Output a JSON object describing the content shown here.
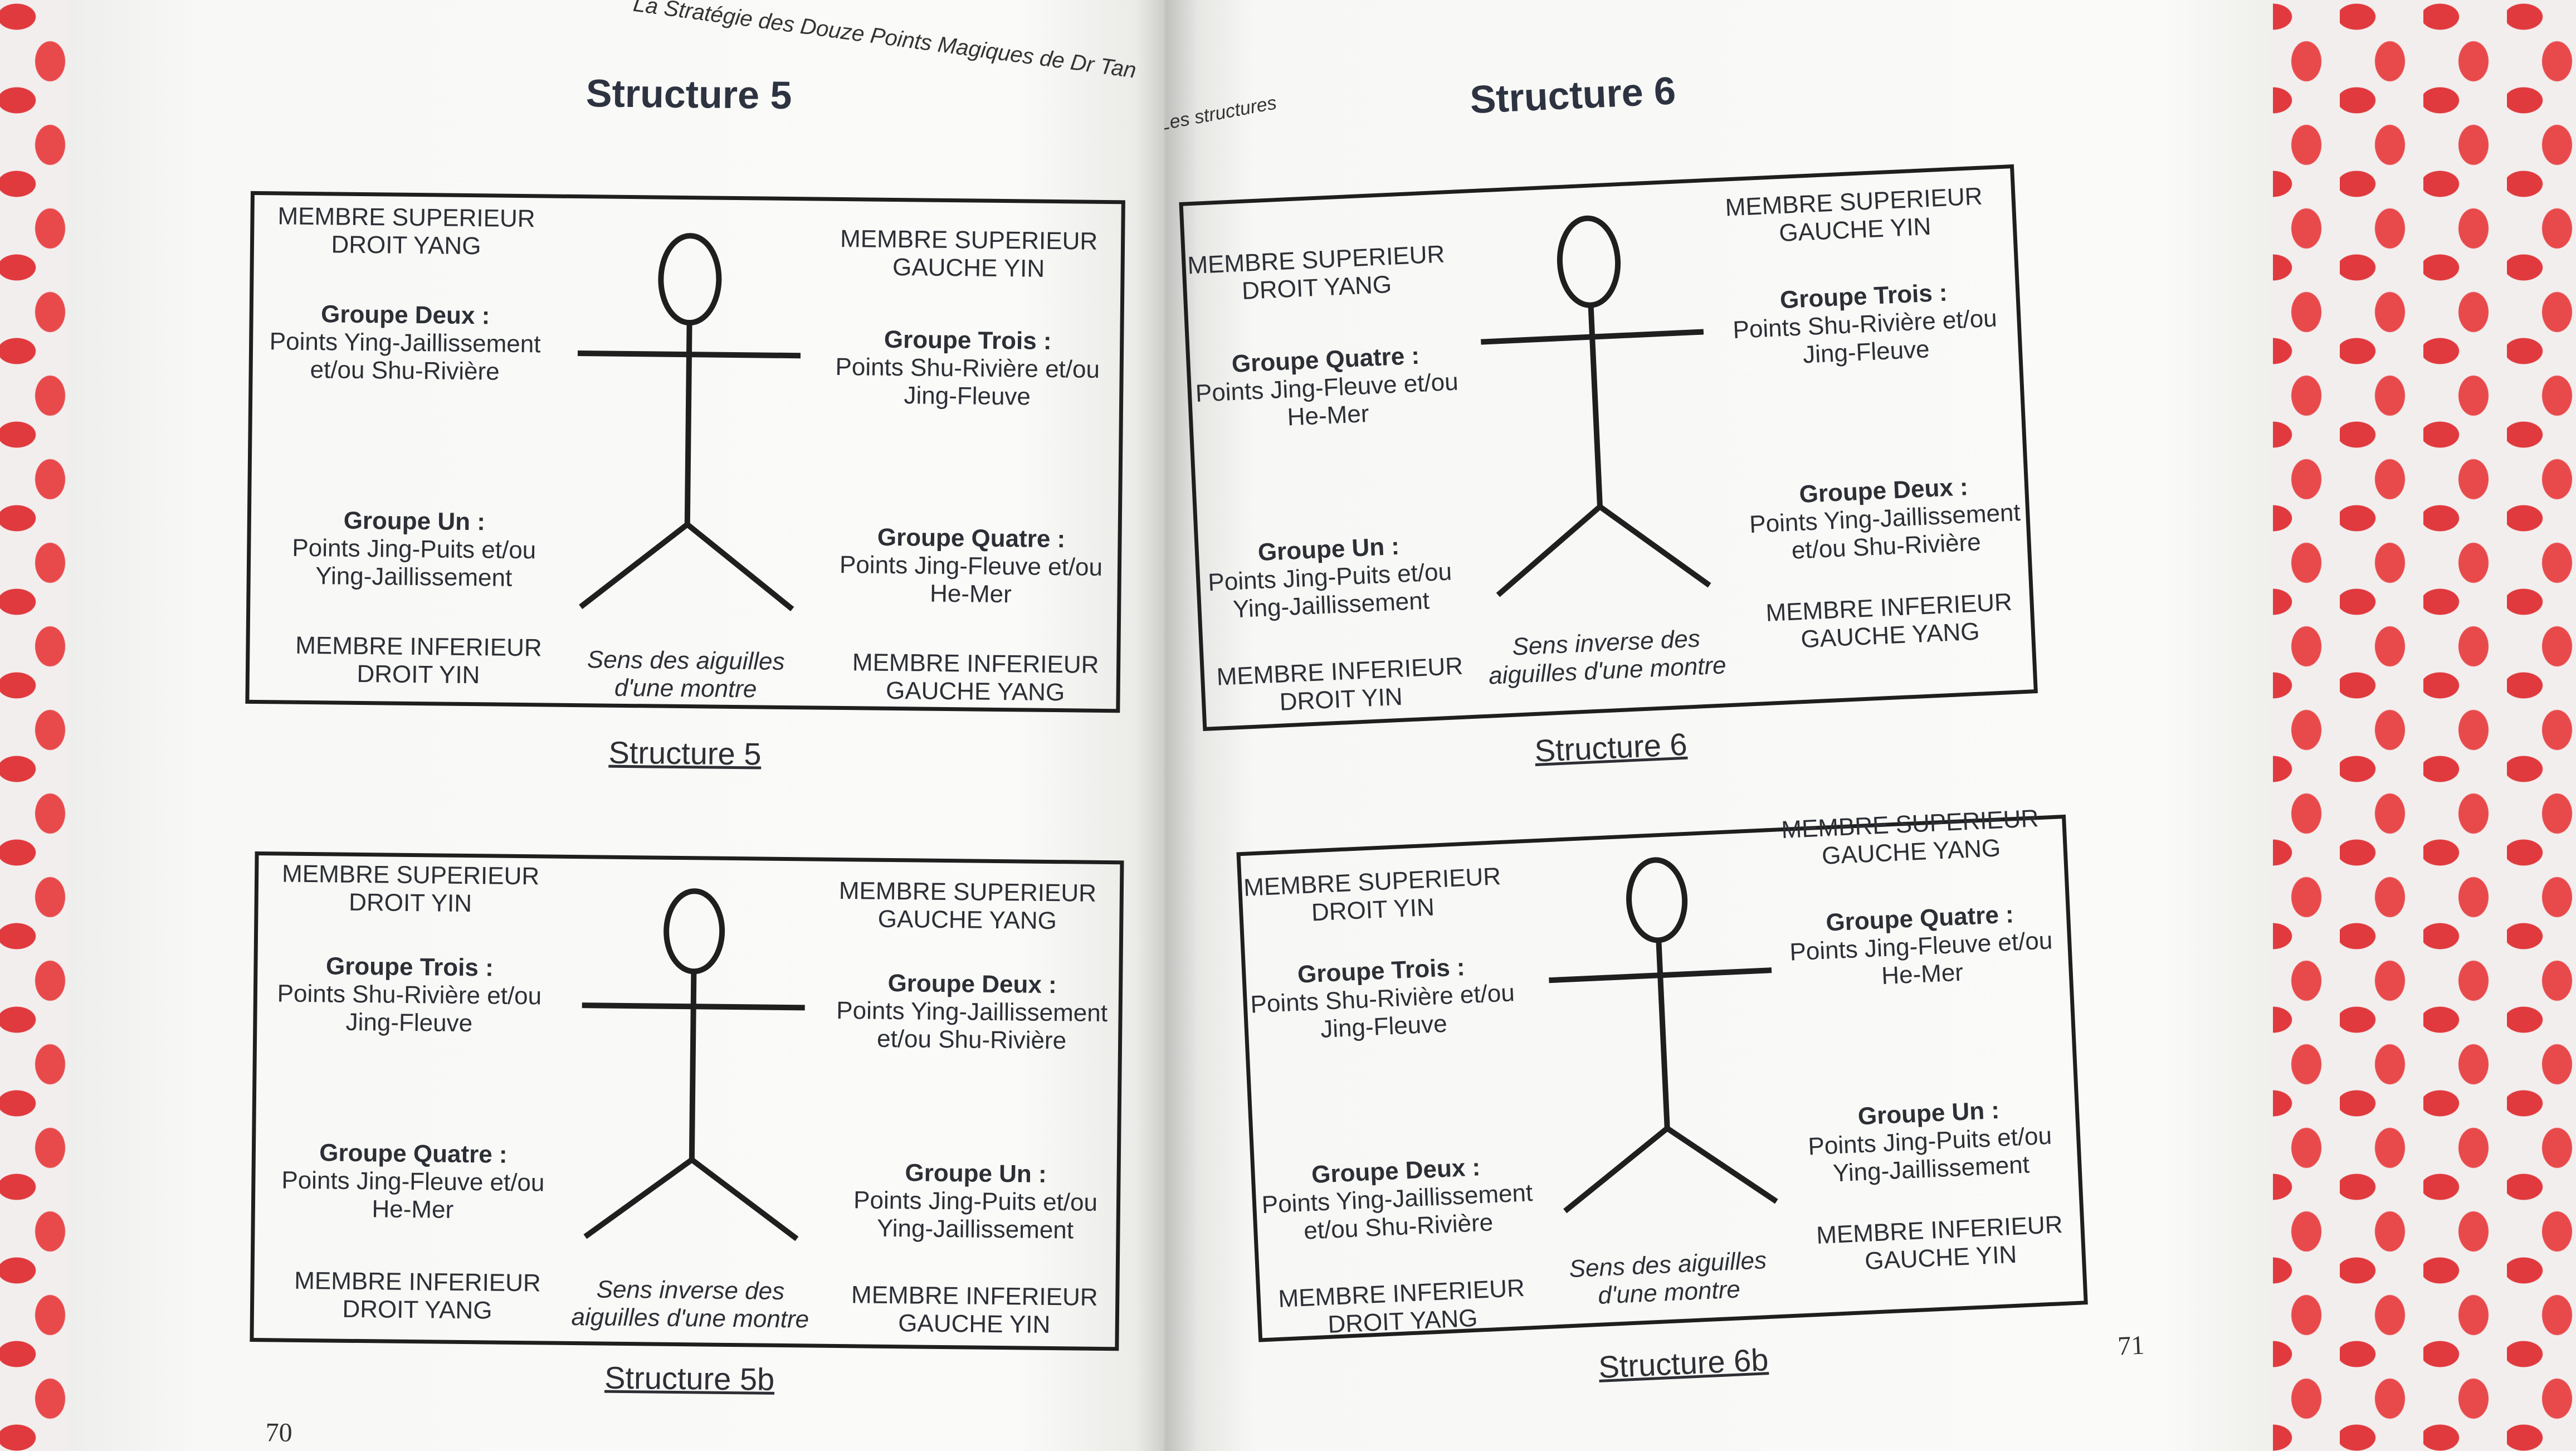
{
  "left_page": {
    "running_head": "La Stratégie des Douze Points Magiques de Dr Tan",
    "title": "Structure 5",
    "page_number": "70",
    "diagrams": [
      {
        "caption": "Structure 5",
        "top_left": {
          "membre": [
            "MEMBRE SUPERIEUR",
            "DROIT YANG"
          ],
          "groupe": "Groupe Deux :",
          "points": [
            "Points Ying-Jaillissement",
            "et/ou Shu-Rivière"
          ]
        },
        "top_right": {
          "membre": [
            "MEMBRE SUPERIEUR",
            "GAUCHE YIN"
          ],
          "groupe": "Groupe Trois :",
          "points": [
            "Points Shu-Rivière et/ou",
            "Jing-Fleuve"
          ]
        },
        "bottom_left": {
          "membre": [
            "MEMBRE INFERIEUR",
            "DROIT YIN"
          ],
          "groupe": "Groupe Un :",
          "points": [
            "Points Jing-Puits et/ou",
            "Ying-Jaillissement"
          ]
        },
        "bottom_right": {
          "membre": [
            "MEMBRE INFERIEUR",
            "GAUCHE YANG"
          ],
          "groupe": "Groupe Quatre :",
          "points": [
            "Points Jing-Fleuve et/ou",
            "He-Mer"
          ]
        },
        "sens": [
          "Sens des aiguilles",
          "d'une montre"
        ]
      },
      {
        "caption": "Structure 5b",
        "top_left": {
          "membre": [
            "MEMBRE SUPERIEUR",
            "DROIT YIN"
          ],
          "groupe": "Groupe Trois :",
          "points": [
            "Points Shu-Rivière et/ou",
            "Jing-Fleuve"
          ]
        },
        "top_right": {
          "membre": [
            "MEMBRE SUPERIEUR",
            "GAUCHE YANG"
          ],
          "groupe": "Groupe Deux :",
          "points": [
            "Points Ying-Jaillissement",
            "et/ou Shu-Rivière"
          ]
        },
        "bottom_left": {
          "membre": [
            "MEMBRE INFERIEUR",
            "DROIT YANG"
          ],
          "groupe": "Groupe Quatre :",
          "points": [
            "Points Jing-Fleuve et/ou",
            "He-Mer"
          ]
        },
        "bottom_right": {
          "membre": [
            "MEMBRE INFERIEUR",
            "GAUCHE YIN"
          ],
          "groupe": "Groupe Un :",
          "points": [
            "Points Jing-Puits et/ou",
            "Ying-Jaillissement"
          ]
        },
        "sens": [
          "Sens inverse des",
          "aiguilles d'une montre"
        ]
      }
    ]
  },
  "right_page": {
    "running_head": "Les structures",
    "title": "Structure 6",
    "page_number": "71",
    "diagrams": [
      {
        "caption": "Structure 6",
        "top_left": {
          "membre": [
            "MEMBRE SUPERIEUR",
            "DROIT YANG"
          ],
          "groupe": "Groupe Quatre :",
          "points": [
            "Points Jing-Fleuve et/ou",
            "He-Mer"
          ]
        },
        "top_right": {
          "membre": [
            "MEMBRE SUPERIEUR",
            "GAUCHE YIN"
          ],
          "groupe": "Groupe Trois :",
          "points": [
            "Points Shu-Rivière et/ou",
            "Jing-Fleuve"
          ]
        },
        "bottom_left": {
          "membre": [
            "MEMBRE INFERIEUR",
            "DROIT YIN"
          ],
          "groupe": "Groupe Un :",
          "points": [
            "Points Jing-Puits et/ou",
            "Ying-Jaillissement"
          ]
        },
        "bottom_right": {
          "membre": [
            "MEMBRE INFERIEUR",
            "GAUCHE YANG"
          ],
          "groupe": "Groupe Deux :",
          "points": [
            "Points Ying-Jaillissement",
            "et/ou Shu-Rivière"
          ]
        },
        "sens": [
          "Sens inverse des",
          "aiguilles d'une montre"
        ]
      },
      {
        "caption": "Structure 6b",
        "top_left": {
          "membre": [
            "MEMBRE SUPERIEUR",
            "DROIT YIN"
          ],
          "groupe": "Groupe Trois :",
          "points": [
            "Points Shu-Rivière et/ou",
            "Jing-Fleuve"
          ]
        },
        "top_right": {
          "membre": [
            "MEMBRE SUPERIEUR",
            "GAUCHE YANG"
          ],
          "groupe": "Groupe Quatre :",
          "points": [
            "Points Jing-Fleuve et/ou",
            "He-Mer"
          ]
        },
        "bottom_left": {
          "membre": [
            "MEMBRE INFERIEUR",
            "DROIT YANG"
          ],
          "groupe": "Groupe Deux :",
          "points": [
            "Points Ying-Jaillissement",
            "et/ou Shu-Rivière"
          ]
        },
        "bottom_right": {
          "membre": [
            "MEMBRE INFERIEUR",
            "GAUCHE YIN"
          ],
          "groupe": "Groupe Un :",
          "points": [
            "Points Jing-Puits et/ou",
            "Ying-Jaillissement"
          ]
        },
        "sens": [
          "Sens des aiguilles",
          "d'une montre"
        ]
      }
    ]
  }
}
